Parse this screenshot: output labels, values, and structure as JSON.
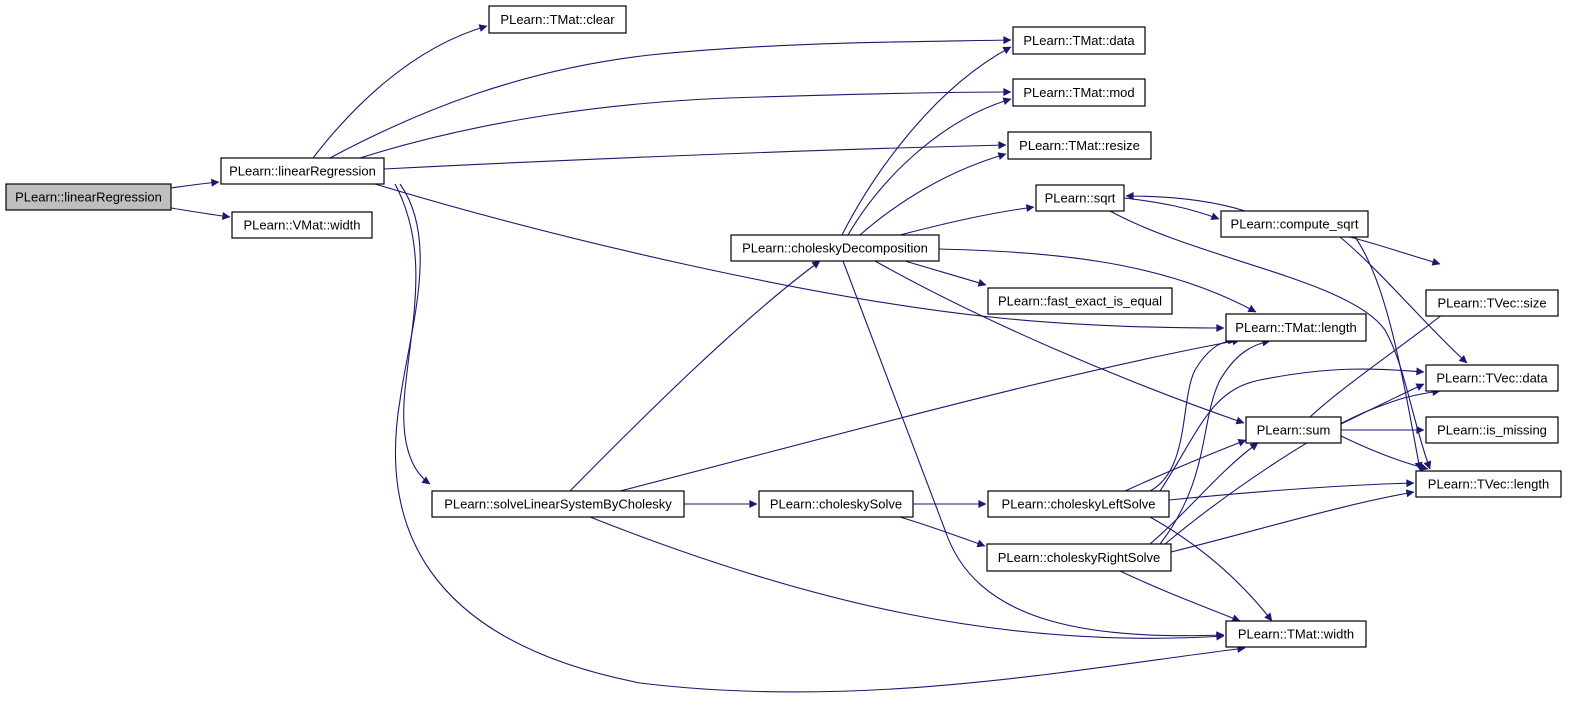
{
  "graph": {
    "nodes": [
      {
        "id": "root",
        "label": "PLearn::linearRegression",
        "highlight": true
      },
      {
        "id": "lr",
        "label": "PLearn::linearRegression"
      },
      {
        "id": "vmw",
        "label": "PLearn::VMat::width"
      },
      {
        "id": "clear",
        "label": "PLearn::TMat::clear"
      },
      {
        "id": "tdata",
        "label": "PLearn::TMat::data"
      },
      {
        "id": "tmod",
        "label": "PLearn::TMat::mod"
      },
      {
        "id": "tresize",
        "label": "PLearn::TMat::resize"
      },
      {
        "id": "sqrt",
        "label": "PLearn::sqrt"
      },
      {
        "id": "csqrt",
        "label": "PLearn::compute_sqrt"
      },
      {
        "id": "chol",
        "label": "PLearn::choleskyDecomposition"
      },
      {
        "id": "feq",
        "label": "PLearn::fast_exact_is_equal"
      },
      {
        "id": "tlen",
        "label": "PLearn::TMat::length"
      },
      {
        "id": "vsize",
        "label": "PLearn::TVec::size"
      },
      {
        "id": "vdata",
        "label": "PLearn::TVec::data"
      },
      {
        "id": "miss",
        "label": "PLearn::is_missing"
      },
      {
        "id": "sum",
        "label": "PLearn::sum"
      },
      {
        "id": "vlen",
        "label": "PLearn::TVec::length"
      },
      {
        "id": "solve",
        "label": "PLearn::solveLinearSystemByCholesky"
      },
      {
        "id": "csolve",
        "label": "PLearn::choleskySolve"
      },
      {
        "id": "left",
        "label": "PLearn::choleskyLeftSolve"
      },
      {
        "id": "right",
        "label": "PLearn::choleskyRightSolve"
      },
      {
        "id": "twidth",
        "label": "PLearn::TMat::width"
      }
    ],
    "edges": [
      [
        "root",
        "lr"
      ],
      [
        "root",
        "vmw"
      ],
      [
        "lr",
        "clear"
      ],
      [
        "lr",
        "tdata"
      ],
      [
        "lr",
        "tmod"
      ],
      [
        "lr",
        "tresize"
      ],
      [
        "lr",
        "tlen"
      ],
      [
        "lr",
        "solve"
      ],
      [
        "lr",
        "twidth"
      ],
      [
        "chol",
        "tdata"
      ],
      [
        "chol",
        "tmod"
      ],
      [
        "chol",
        "tresize"
      ],
      [
        "chol",
        "sqrt"
      ],
      [
        "chol",
        "feq"
      ],
      [
        "chol",
        "tlen"
      ],
      [
        "chol",
        "sum"
      ],
      [
        "chol",
        "twidth"
      ],
      [
        "sqrt",
        "csqrt"
      ],
      [
        "csqrt",
        "sqrt"
      ],
      [
        "csqrt",
        "vsize"
      ],
      [
        "csqrt",
        "vdata"
      ],
      [
        "csqrt",
        "vlen"
      ],
      [
        "sqrt",
        "vlen"
      ],
      [
        "sum",
        "vsize"
      ],
      [
        "sum",
        "vdata"
      ],
      [
        "sum",
        "miss"
      ],
      [
        "sum",
        "vlen"
      ],
      [
        "solve",
        "chol"
      ],
      [
        "solve",
        "tlen"
      ],
      [
        "solve",
        "csolve"
      ],
      [
        "solve",
        "twidth"
      ],
      [
        "csolve",
        "left"
      ],
      [
        "csolve",
        "right"
      ],
      [
        "left",
        "tlen"
      ],
      [
        "left",
        "vdata"
      ],
      [
        "left",
        "sum"
      ],
      [
        "left",
        "vlen"
      ],
      [
        "left",
        "twidth"
      ],
      [
        "right",
        "tlen"
      ],
      [
        "right",
        "vdata"
      ],
      [
        "right",
        "sum"
      ],
      [
        "right",
        "vlen"
      ],
      [
        "right",
        "twidth"
      ]
    ]
  },
  "colors": {
    "edge": "#191970",
    "root_fill": "#bfbfbf",
    "node_fill": "#ffffff",
    "node_border": "#000000"
  }
}
